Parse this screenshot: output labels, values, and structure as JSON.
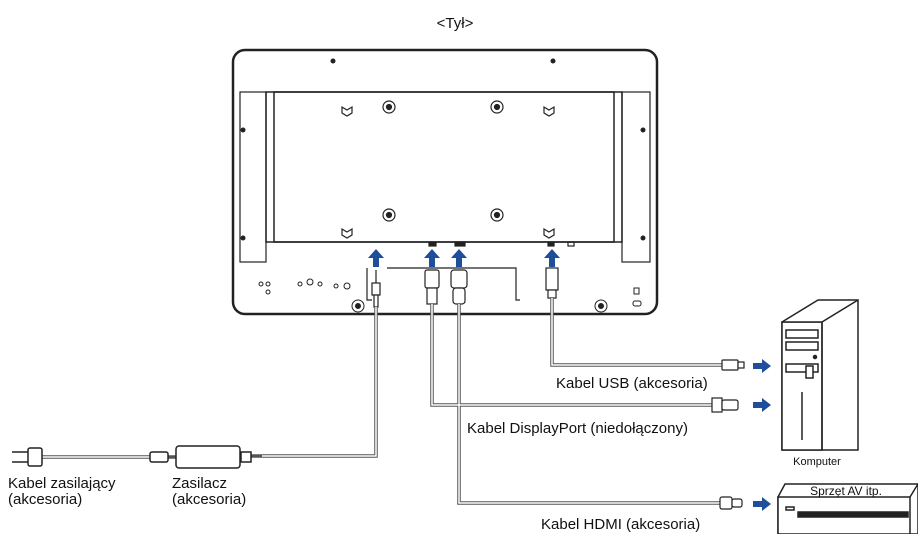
{
  "diagram": {
    "title": "<Tył>",
    "labels": {
      "usb_cable": "Kabel USB (akcesoria)",
      "displayport_cable": "Kabel DisplayPort (niedołączony)",
      "hdmi_cable": "Kabel HDMI (akcesoria)",
      "computer": "Komputer",
      "av_equipment": "Sprzęt AV itp.",
      "power_cable_line1": "Kabel zasilający",
      "power_cable_line2": "(akcesoria)",
      "adapter_line1": "Zasilacz",
      "adapter_line2": "(akcesoria)"
    },
    "colors": {
      "arrow": "#1f4e9c",
      "line": "#222222",
      "cable": "#555555"
    }
  }
}
